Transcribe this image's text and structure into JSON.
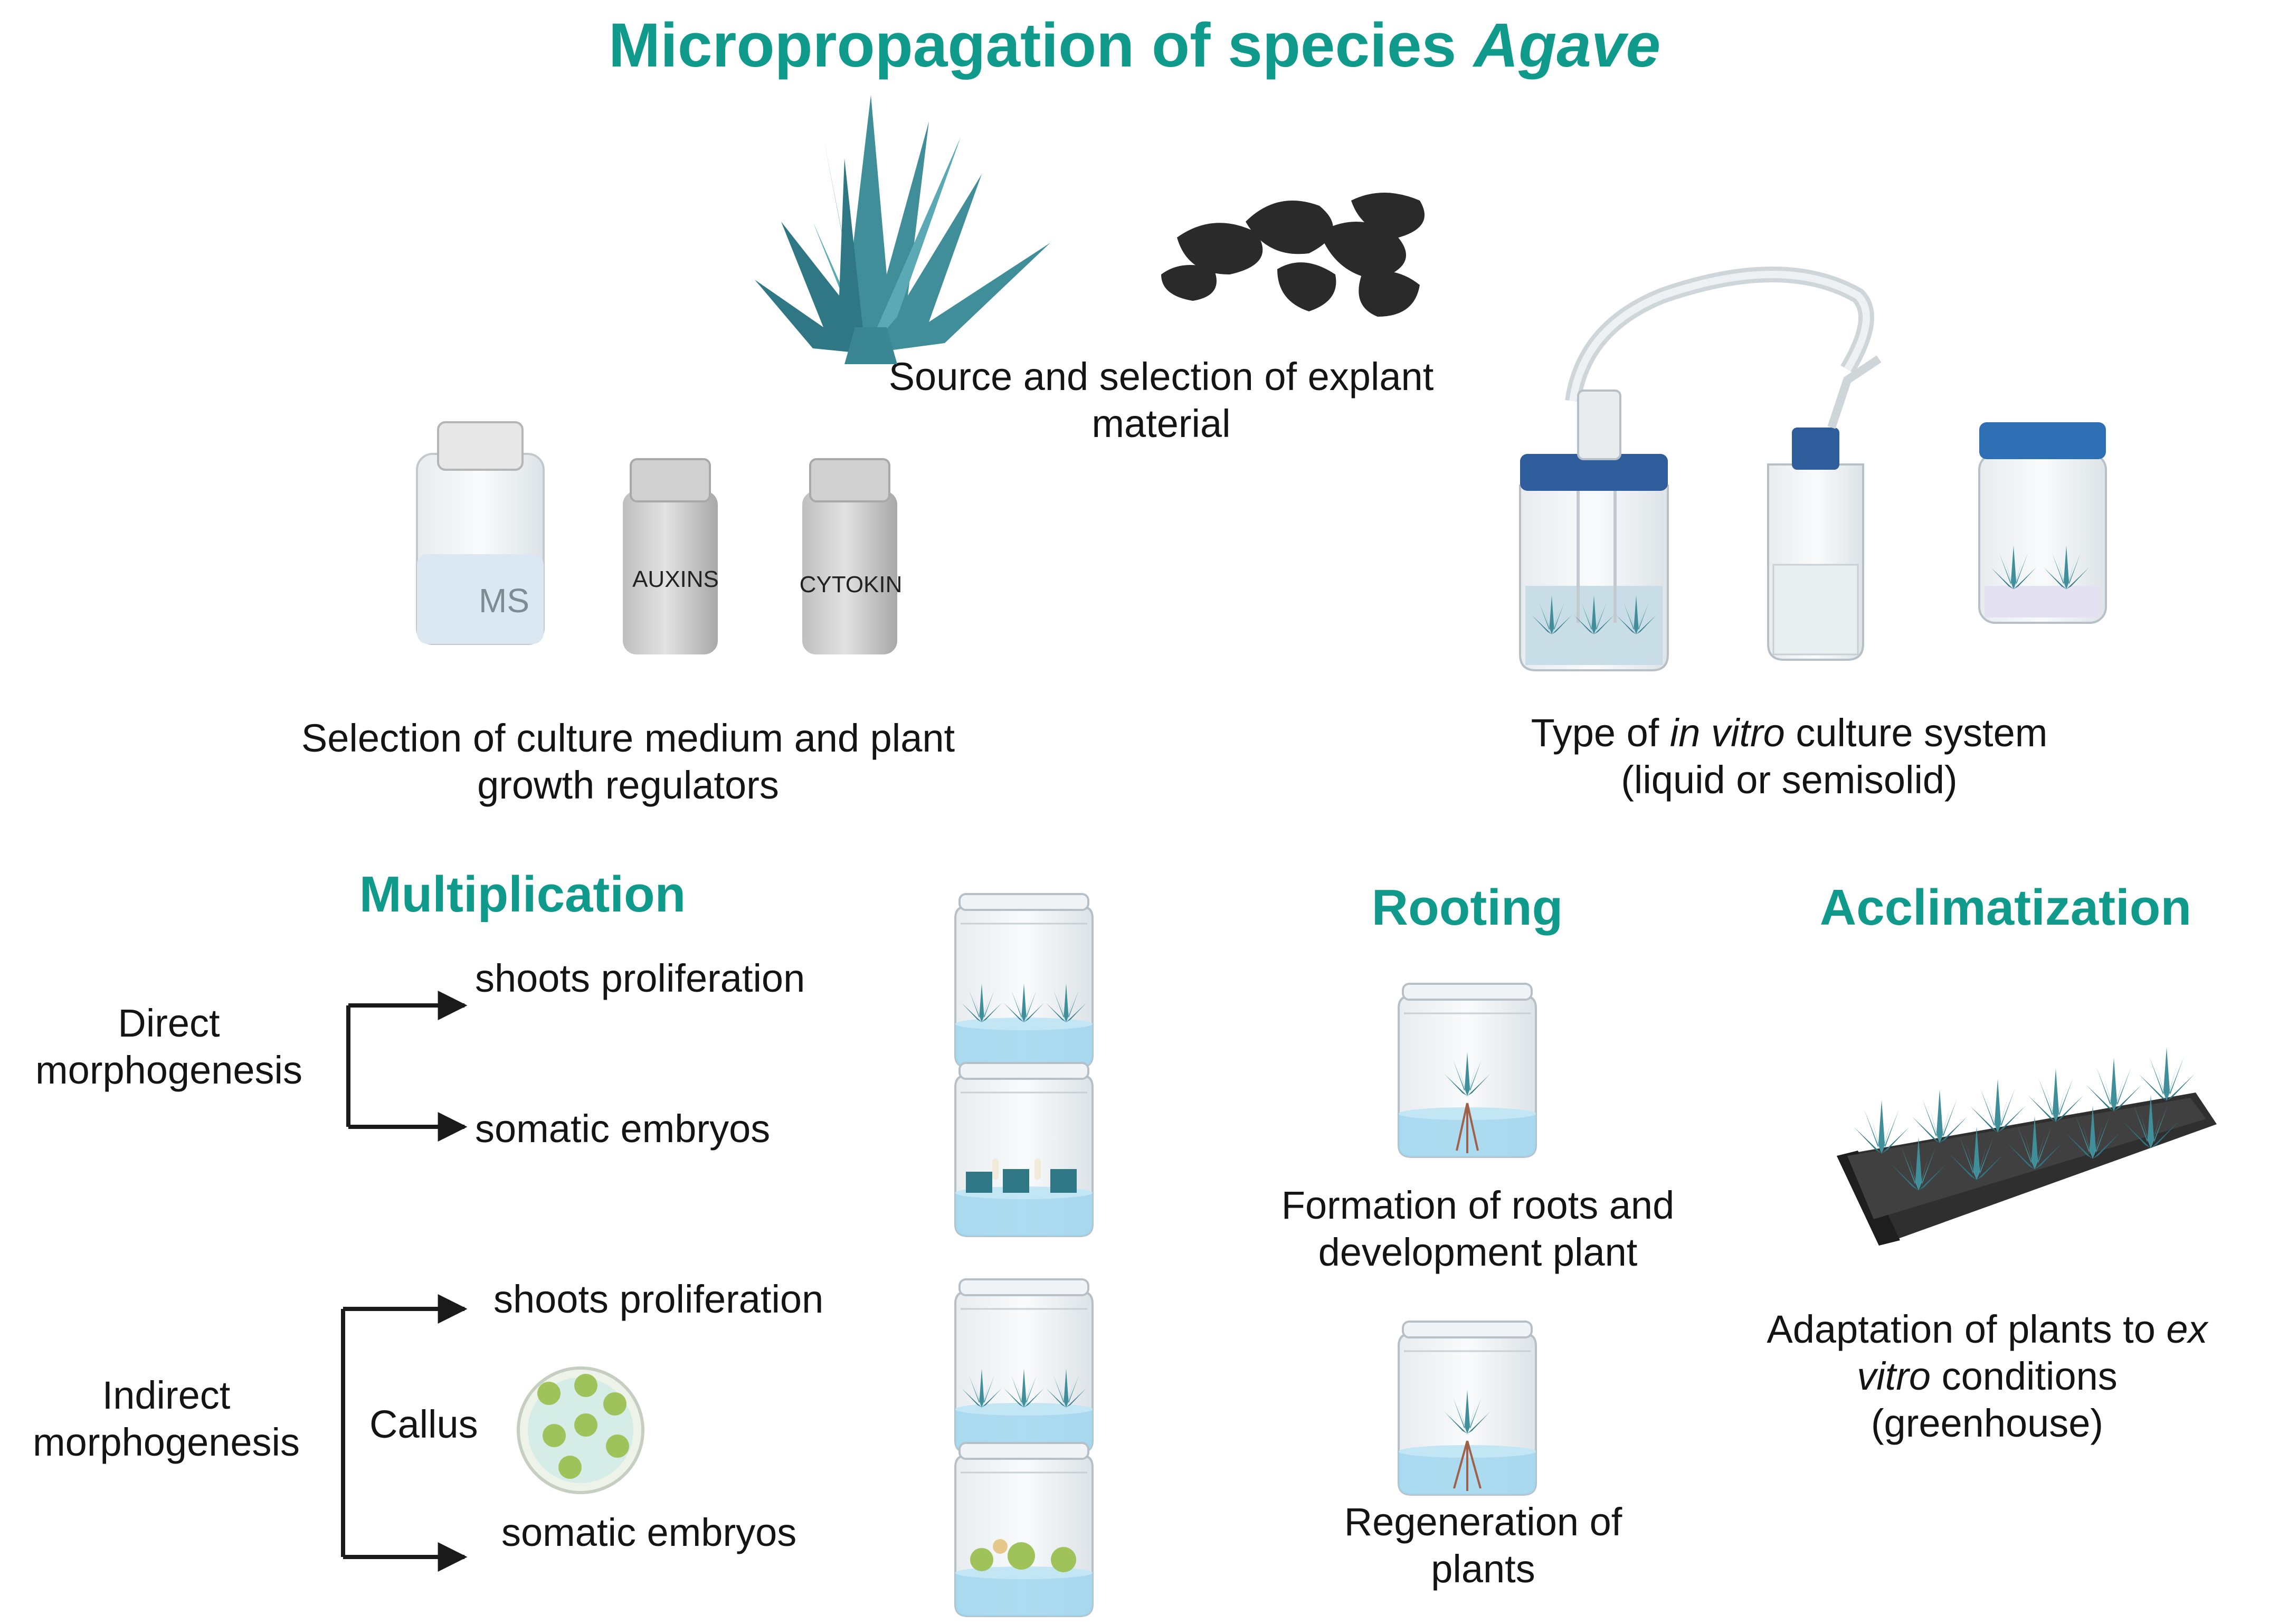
{
  "title": {
    "main": "Micropropagation of species ",
    "italic": "Agave"
  },
  "explant": {
    "line1": "Source and selection of explant",
    "line2": "material"
  },
  "medium": {
    "bottle_labels": [
      "MS",
      "AUXINS",
      "CYTOKIN"
    ],
    "line1": "Selection of culture medium and plant",
    "line2": "growth regulators"
  },
  "culture_system": {
    "line1_pre": "Type of ",
    "line1_italic": "in vitro",
    "line1_post": " culture system",
    "line2": "(liquid or semisolid)"
  },
  "multiplication": {
    "heading": "Multiplication",
    "direct": {
      "line1": "Direct",
      "line2": "morphogenesis",
      "branch1": "shoots proliferation",
      "branch2": "somatic embryos"
    },
    "indirect": {
      "line1": "Indirect",
      "line2": "morphogenesis",
      "callus": "Callus",
      "branch1": "shoots proliferation",
      "branch2": "somatic embryos"
    }
  },
  "rooting": {
    "heading": "Rooting",
    "caption1_line1": "Formation of roots and",
    "caption1_line2": "development plant",
    "caption2_line1": "Regeneration of",
    "caption2_line2": "plants"
  },
  "acclimatization": {
    "heading": "Acclimatization",
    "line1_pre": "Adaptation of plants to ",
    "line1_italic": "ex",
    "line2_italic": "vitro",
    "line2_post": " conditions",
    "line3": "(greenhouse)"
  },
  "colors": {
    "heading": "#0f9a8c",
    "plant": "#3f8e9a",
    "medium": "#9fd6ee",
    "arrow": "#1a1a1a"
  }
}
